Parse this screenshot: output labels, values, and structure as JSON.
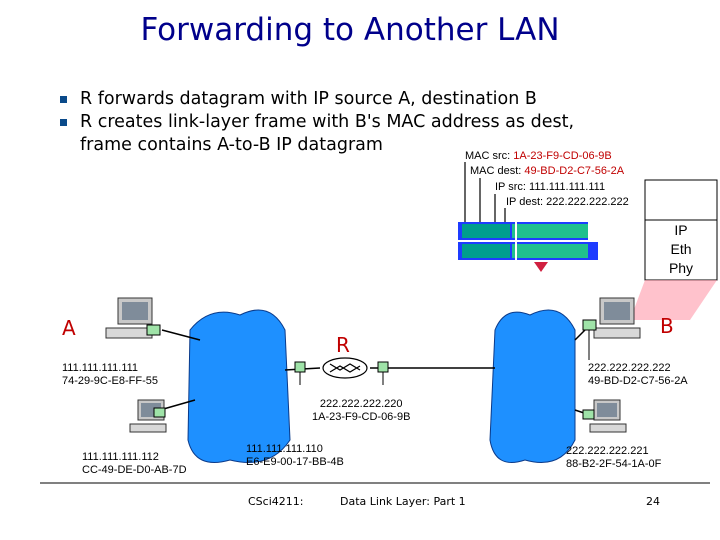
{
  "slide": {
    "title": "Forwarding to Another LAN",
    "bullets": [
      "R forwards datagram with IP source A, destination B",
      "R creates link-layer frame with B's MAC address as dest,"
    ],
    "bullet_continuation": "frame contains A-to-B IP datagram"
  },
  "frame_headers": {
    "mac_src_label": "MAC src: ",
    "mac_src_value": "1A-23-F9-CD-06-9B",
    "mac_dest_label": "MAC dest: ",
    "mac_dest_value": "49-BD-D2-C7-56-2A",
    "ip_src": "IP src: 111.111.111.111",
    "ip_dest": "IP dest: 222.222.222.222"
  },
  "protocol_stack": [
    "IP",
    "Eth",
    "Phy"
  ],
  "nodes": {
    "A": {
      "label": "A",
      "ip": "111.111.111.111",
      "mac": "74-29-9C-E8-FF-55"
    },
    "B": {
      "label": "B",
      "ip": "222.222.222.222",
      "mac": "49-BD-D2-C7-56-2A"
    },
    "R": {
      "label": "R"
    },
    "router_right_if": {
      "ip": "222.222.222.220",
      "mac": "1A-23-F9-CD-06-9B"
    },
    "router_left_if": {
      "ip": "111.111.111.110",
      "mac": "E6-E9-00-17-BB-4B"
    },
    "host_left_bottom": {
      "ip": "111.111.111.112",
      "mac": "CC-49-DE-D0-AB-7D"
    },
    "host_right_bottom": {
      "ip": "222.222.222.221",
      "mac": "88-B2-2F-54-1A-0F"
    }
  },
  "footer": {
    "course": "CSci4211:",
    "topic": "Data Link Layer: Part 1",
    "page": "24"
  },
  "colors": {
    "title": "#00008B",
    "highlight_red": "#C00000",
    "lan_cloud": "#1E90FF",
    "frame_teal": "#009E8E",
    "frame_blue": "#1E3CFF",
    "stack_pink": "#FF9AAA"
  }
}
